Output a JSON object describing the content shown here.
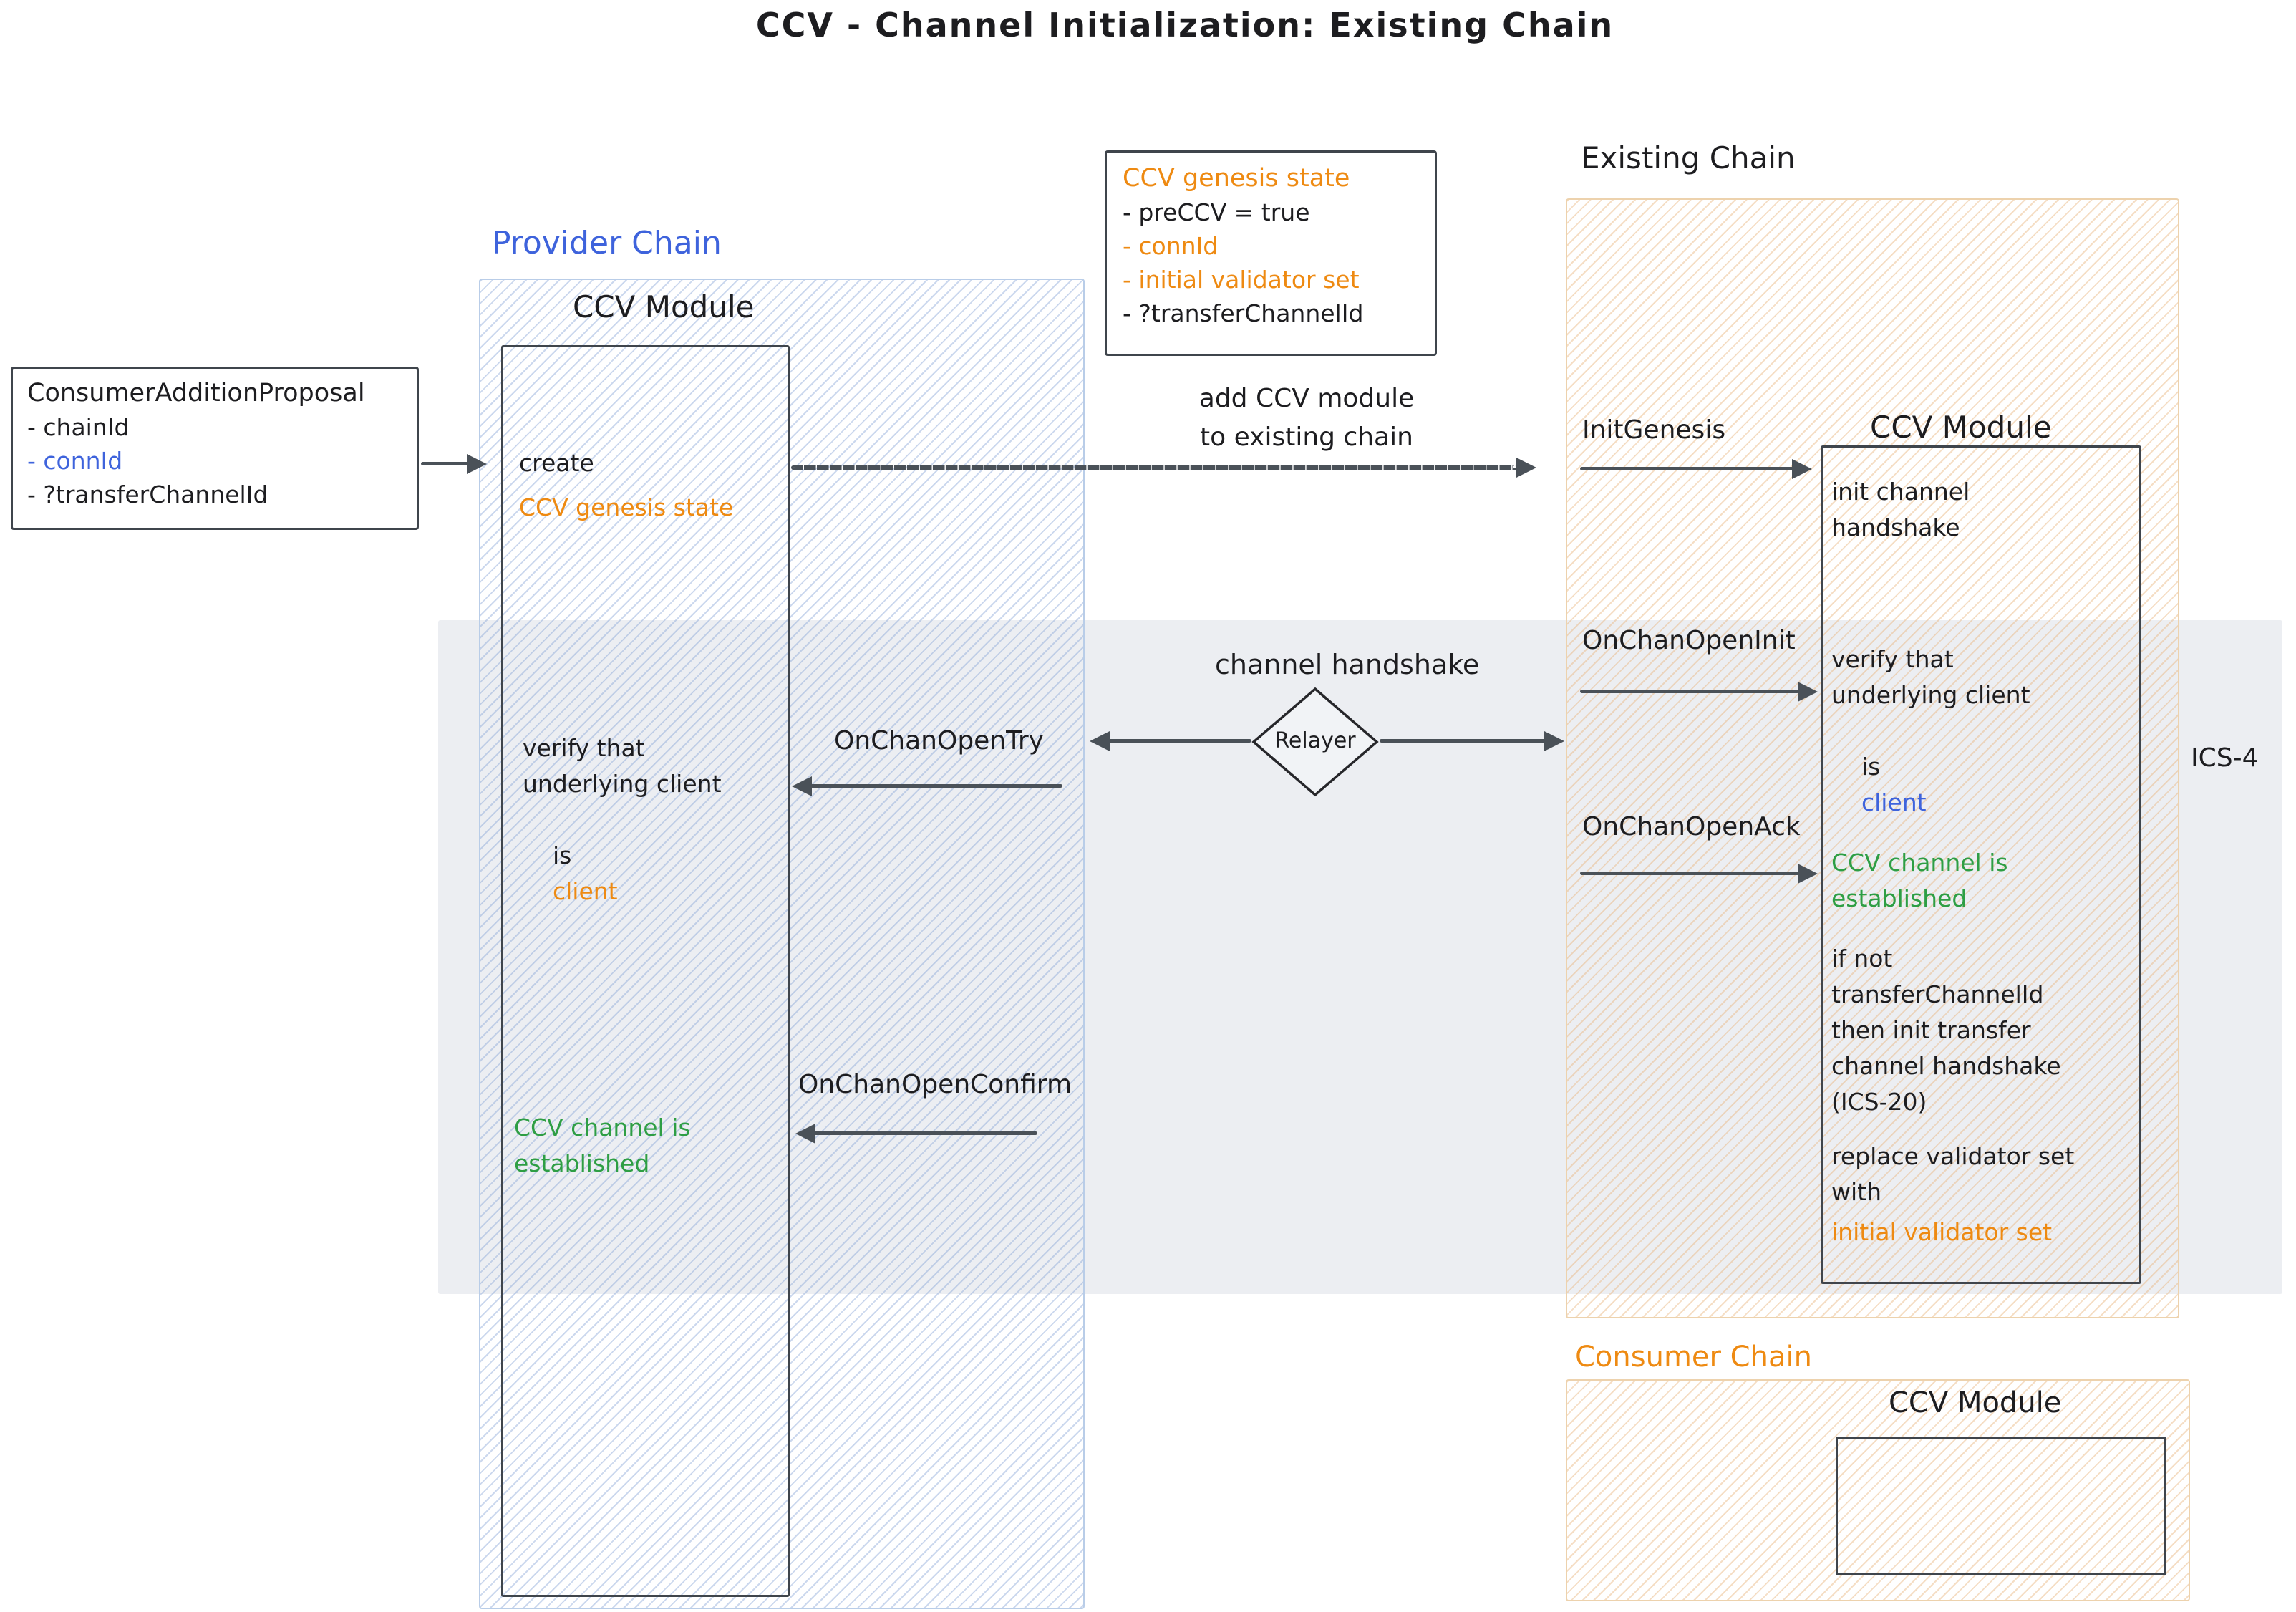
{
  "title": "CCV - Channel Initialization: Existing Chain",
  "colors": {
    "orange": "#ee8a12",
    "blue": "#3e63dc",
    "green": "#2e9e44",
    "ink": "#1d1d20",
    "arrow_gray": "#4a5158",
    "band_gray": "#eceef2",
    "provider_hatch": "#b9cde8",
    "orange_hatch": "#edd2ad"
  },
  "proposal_box": {
    "title": "ConsumerAdditionProposal",
    "item_chain_id": "- chainId",
    "item_conn_id": "- connId",
    "item_transfer_channel_id": "- ?transferChannelId"
  },
  "genesis_box": {
    "title": "CCV genesis state",
    "item_pre_ccv": "- preCCV = true",
    "item_conn_id": "- connId",
    "item_initial_valset": "- initial validator set",
    "item_transfer_channel_id": "- ?transferChannelId"
  },
  "provider": {
    "label": "Provider Chain",
    "module_label": "CCV Module",
    "create_action": "create",
    "create_object": "CCV genesis state",
    "verify_lines": "verify that\nunderlying client",
    "verify_is": "is",
    "verify_client": "client",
    "established": "CCV channel is\nestablished"
  },
  "existing": {
    "label": "Existing Chain",
    "module_label": "CCV Module",
    "init_handshake": "init channel\nhandshake",
    "verify_lines": "verify that\nunderlying client",
    "verify_is": "is",
    "verify_client": "client",
    "established": "CCV channel is\nestablished",
    "transfer_note": "if not\ntransferChannelId\nthen init transfer\nchannel handshake\n(ICS-20)",
    "replace_lines": "replace validator set\nwith",
    "replace_object": "initial validator set"
  },
  "consumer": {
    "label": "Consumer Chain",
    "module_label": "CCV Module"
  },
  "messages": {
    "add_ccv": "add CCV module\nto existing chain",
    "init_genesis": "InitGenesis",
    "channel_handshake": "channel handshake",
    "relayer": "Relayer",
    "on_chan_open_init": "OnChanOpenInit",
    "on_chan_open_try": "OnChanOpenTry",
    "on_chan_open_ack": "OnChanOpenAck",
    "on_chan_open_confirm": "OnChanOpenConfirm",
    "ics4": "ICS-4"
  }
}
